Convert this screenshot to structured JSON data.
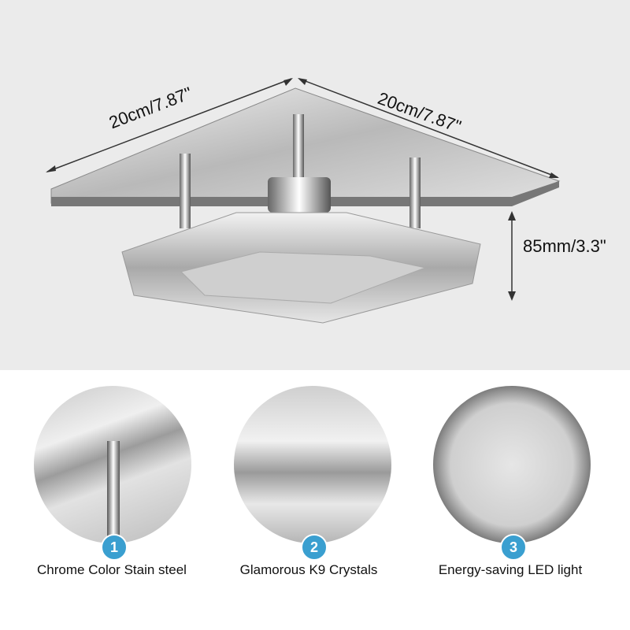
{
  "dimensions": {
    "width_left": "20cm/7.87\"",
    "width_right": "20cm/7.87\"",
    "height": "85mm/3.3\""
  },
  "features": [
    {
      "number": "1",
      "label": "Chrome Color Stain steel"
    },
    {
      "number": "2",
      "label": "Glamorous K9 Crystals"
    },
    {
      "number": "3",
      "label": "Energy-saving LED light"
    }
  ],
  "colors": {
    "badge": "#3a9fd0",
    "background_top": "#ebebeb"
  }
}
